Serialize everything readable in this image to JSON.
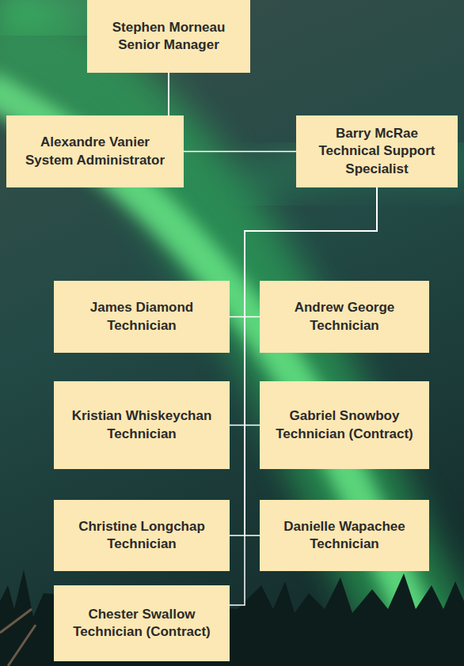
{
  "diagram": {
    "nodes": [
      {
        "text": [
          "Stephen Morneau",
          "Senior Manager"
        ]
      },
      {
        "text": [
          "Alexandre Vanier",
          "System Administrator"
        ]
      },
      {
        "text": [
          "Barry McRae",
          "Technical Support Specialist"
        ]
      },
      {
        "text": [
          "James Diamond",
          "Technician"
        ]
      },
      {
        "text": [
          "Andrew George",
          "Technician"
        ]
      },
      {
        "text": [
          "Kristian Whiskeychan",
          "Technician"
        ]
      },
      {
        "text": [
          "Gabriel Snowboy",
          "Technician (Contract)"
        ]
      },
      {
        "text": [
          "Christine Longchap",
          "Technician"
        ]
      },
      {
        "text": [
          "Danielle Wapachee",
          "Technician"
        ]
      },
      {
        "text": [
          "Chester Swallow",
          "Technician (Contract)"
        ]
      }
    ],
    "edges": [
      {
        "from": 0,
        "to": 1,
        "arrow": "none"
      },
      {
        "from": 0,
        "to": 2,
        "arrow": "none"
      },
      {
        "from": 2,
        "to": 3,
        "arrow": "none"
      },
      {
        "from": 2,
        "to": 4,
        "arrow": "none"
      },
      {
        "from": 2,
        "to": 5,
        "arrow": "none"
      },
      {
        "from": 2,
        "to": 6,
        "arrow": "none"
      },
      {
        "from": 2,
        "to": 7,
        "arrow": "none"
      },
      {
        "from": 2,
        "to": 8,
        "arrow": "none"
      },
      {
        "from": 2,
        "to": 9,
        "arrow": "none"
      }
    ]
  }
}
